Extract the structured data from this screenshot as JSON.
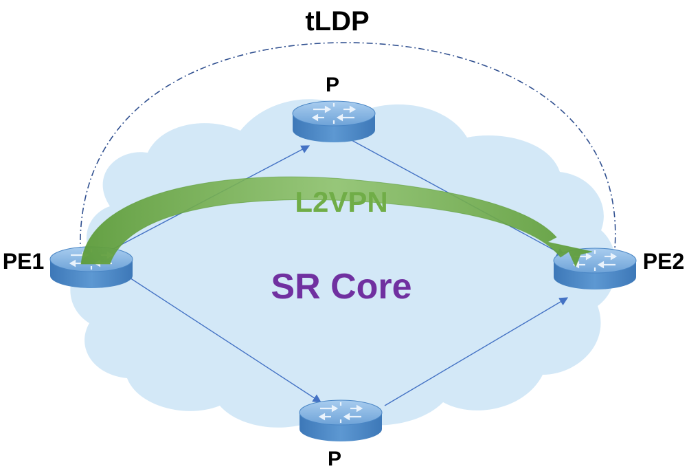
{
  "labels": {
    "tldp": "tLDP",
    "l2vpn": "L2VPN",
    "core": "SR Core",
    "pe1": "PE1",
    "pe2": "PE2",
    "p_top": "P",
    "p_bottom": "P"
  },
  "colors": {
    "cloud_fill": "#d3e8f7",
    "link_line": "#4472c4",
    "tldp_line": "#2f4f8f",
    "l2vpn_arrow": "#70ad47",
    "l2vpn_text": "#70ad47",
    "core_text": "#7030a0",
    "router_top": "#7fb0de",
    "router_side": "#4a86c5",
    "node_label": "#000000"
  },
  "icons": {
    "router": "router-icon",
    "cloud": "cloud-shape"
  }
}
